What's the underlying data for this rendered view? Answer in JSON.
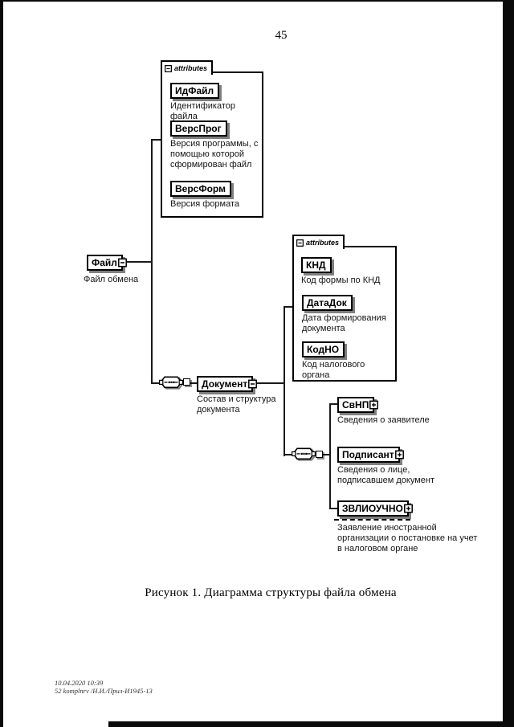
{
  "page": {
    "number": "45",
    "caption": "Рисунок 1. Диаграмма структуры файла обмена",
    "footer_line1": "10.04.2020 10:39",
    "footer_line2": "52 komplnrv /Н.И./Прил-И1945-13"
  },
  "colors": {
    "ink": "#000000",
    "paper": "#ffffff"
  },
  "diagram": {
    "root": {
      "name": "Файл",
      "annotation": "Файл обмена"
    },
    "file_attributes": {
      "tab_label": "attributes",
      "items": [
        {
          "name": "ИдФайл",
          "annotation": "Идентификатор файла"
        },
        {
          "name": "ВерсПрог",
          "annotation": "Версия программы, с помощью которой сформирован файл"
        },
        {
          "name": "ВерсФорм",
          "annotation": "Версия формата"
        }
      ]
    },
    "document": {
      "name": "Документ",
      "annotation": "Состав и структура документа"
    },
    "document_attributes": {
      "tab_label": "attributes",
      "items": [
        {
          "name": "КНД",
          "annotation": "Код формы по КНД"
        },
        {
          "name": "ДатаДок",
          "annotation": "Дата формирования документа"
        },
        {
          "name": "КодНО",
          "annotation": "Код налогового органа"
        }
      ]
    },
    "document_children": [
      {
        "name": "СвНП",
        "annotation": "Сведения о заявителе"
      },
      {
        "name": "Подписант",
        "annotation": "Сведения о лице, подписавшем документ"
      },
      {
        "name": "ЗВЛИОУЧНО",
        "annotation": "Заявление иностранной организации о постановке на учет в налоговом органе"
      }
    ]
  }
}
